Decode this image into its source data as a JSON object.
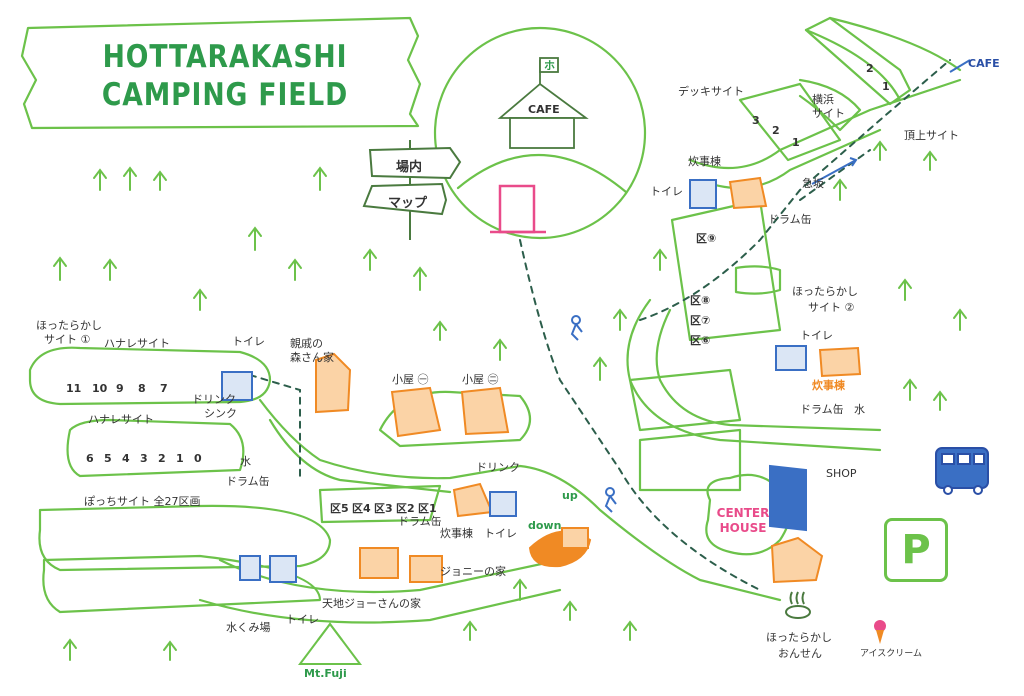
{
  "title": {
    "line1": "HOTTARAKASHI",
    "line2": "CAMPING FIELD"
  },
  "signpost": {
    "upper": "場内",
    "lower": "マップ"
  },
  "cafe_bubble": {
    "label": "CAFE",
    "flag": "ホ"
  },
  "cafe_exit": "CAFE",
  "labels": {
    "deck_site": "デッキサイト",
    "yokohama_site": "横浜\nサイト",
    "yokohama_site_1": "横浜",
    "yokohama_site_2": "サイト",
    "summit_site": "頂上サイト",
    "steep_slope": "急坂",
    "cooking_top": "炊事棟",
    "toilet_top": "トイレ",
    "drum_can_top": "ドラム缶",
    "hottarakashi_site_2a": "ほったらかし",
    "hottarakashi_site_2b": "サイト ②",
    "toilet_right": "トイレ",
    "cooking_right": "炊事棟",
    "drum_can_right": "ドラム缶",
    "water_right": "水",
    "shop": "SHOP",
    "center_house_1": "CENTER",
    "center_house_2": "HOUSE",
    "hot_spring_1": "ほったらかし",
    "hot_spring_2": "おんせん",
    "ice_cream": "アイスクリーム",
    "hottarakashi_site_1a": "ほったらかし",
    "hottarakashi_site_1b": "サイト ①",
    "hanare_site_upper": "ハナレサイト",
    "hanare_site_lower": "ハナレサイト",
    "toilet_left": "トイレ",
    "drink_left": "ドリンク",
    "sink_left": "シンク",
    "water_left": "水",
    "drum_can_left": "ドラム缶",
    "relatives_1": "親戚の",
    "relatives_2": "森さん家",
    "hut_a": "小屋 ㊀",
    "hut_b": "小屋 ㊁",
    "drink_center": "ドリンク",
    "drum_can_center": "ドラム缶",
    "cooking_center": "炊事棟",
    "toilet_center": "トイレ",
    "up": "up",
    "down": "down",
    "pocchi_site": "ぽっちサイト 全27区画",
    "johnny_house": "ジョニーの家",
    "amachi_house": "天地ジョーさんの家",
    "water_source": "水くみ場",
    "toilet_bottom": "トイレ",
    "mt_fuji": "Mt.Fuji",
    "parking": "P"
  },
  "hanare_upper_slots": [
    "11",
    "10",
    "9",
    "8",
    "7"
  ],
  "hanare_lower_slots": [
    "6",
    "5",
    "4",
    "3",
    "2",
    "1",
    "0"
  ],
  "center_slots": [
    "5",
    "4",
    "3",
    "2",
    "1"
  ],
  "center_slot_prefix": "区",
  "deck_slots": [
    "3",
    "2",
    "1"
  ],
  "summit_slots": [
    "2",
    "1"
  ],
  "ku_slots_upper": [
    {
      "text": "区⑨"
    },
    {
      "text": "区⑧"
    },
    {
      "text": "区⑦"
    },
    {
      "text": "区⑥"
    }
  ],
  "colors": {
    "green": "#6cc24a",
    "dark_green": "#2e9a4b",
    "orange": "#f08a24",
    "blue": "#3a6fc4",
    "pink": "#e94b8a"
  }
}
